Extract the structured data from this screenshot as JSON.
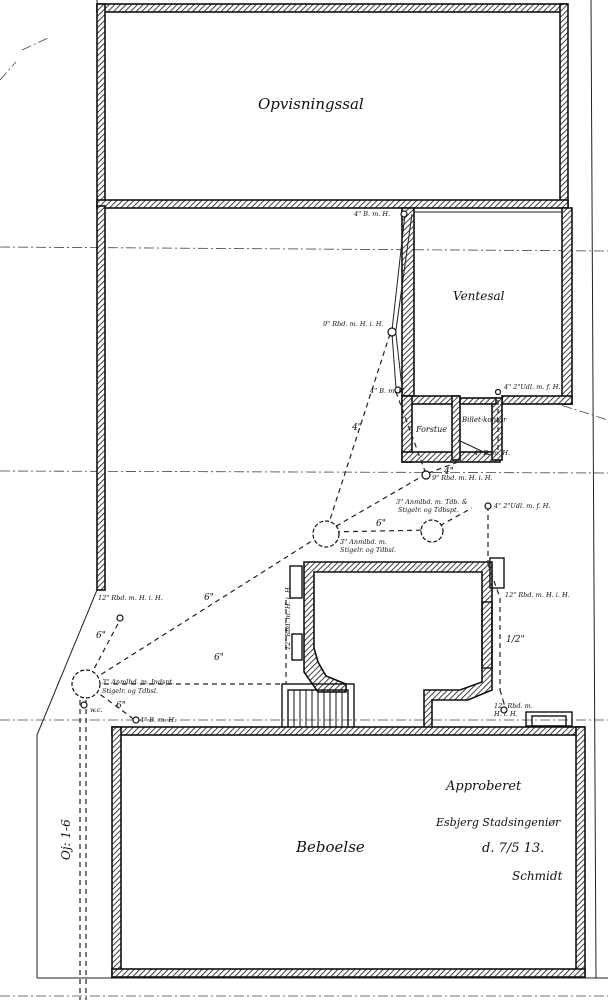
{
  "rooms": {
    "opvisning": "Opvisningssal",
    "ventesal": "Ventesal",
    "forstue": "Forstue",
    "kontor": "Billet-kontor",
    "beboelse": "Beboelse"
  },
  "pipe_notes": [
    "4\" B. m. H.",
    "9\" Rbd. m. H. i. H.",
    "4\" B. m. H.",
    "4\" 2\"Udl. m. f. H.",
    "4\" B. m. H.",
    "9\" Rbd. m. H. i. H.",
    "3\" Anmlbd. m. Tdb. &",
    "Stigelr. og Tdbspt.",
    "3\" Anmlbd. m.",
    "Stigelr. og Tdbsl.",
    "4\" 2\"Udl. m. f. H.",
    "12\" Rbd. m. H. i. H.",
    "3\" Anmlbd. m. Indspt.",
    "Stigelr. og Tdbsl.",
    "4\" B. m. H.",
    "12\" Rbd. m. H. i. H.",
    "12\" Rbd. m. H. i. H.",
    "12\" Rbd. m.",
    "H. i. H.",
    "w.c."
  ],
  "pipe_sizes": [
    "6\"",
    "6\"",
    "6\"",
    "6\"",
    "4\"",
    "6\"",
    "4\"",
    "1/2\""
  ],
  "dimension": "Oj: 1-6",
  "approval": {
    "line1": "Approberet",
    "line2": "Esbjerg Stadsingeniør",
    "line3": "d. 7/5 13.",
    "line4": "Schmidt"
  }
}
